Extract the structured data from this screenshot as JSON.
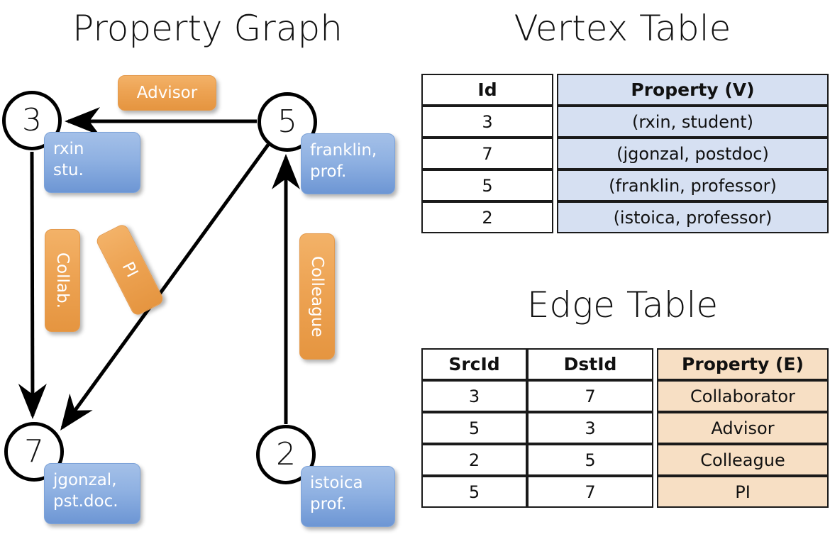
{
  "titles": {
    "property_graph": "Property Graph",
    "vertex_table": "Vertex Table",
    "edge_table": "Edge Table"
  },
  "graph": {
    "nodes": [
      {
        "id": "3",
        "property_lines": [
          "rxin",
          "stu."
        ]
      },
      {
        "id": "5",
        "property_lines": [
          "franklin,",
          "prof."
        ]
      },
      {
        "id": "7",
        "property_lines": [
          "jgonzal,",
          "pst.doc."
        ]
      },
      {
        "id": "2",
        "property_lines": [
          "istoica",
          "prof."
        ]
      }
    ],
    "edge_labels": [
      {
        "name": "advisor",
        "text": "Advisor"
      },
      {
        "name": "collab",
        "text": "Collab."
      },
      {
        "name": "pi",
        "text": "PI"
      },
      {
        "name": "colleague",
        "text": "Colleague"
      }
    ]
  },
  "vertex_table": {
    "columns": [
      "Id",
      "Property (V)"
    ],
    "rows": [
      [
        "3",
        "(rxin, student)"
      ],
      [
        "7",
        "(jgonzal, postdoc)"
      ],
      [
        "5",
        "(franklin, professor)"
      ],
      [
        "2",
        "(istoica, professor)"
      ]
    ]
  },
  "edge_table": {
    "columns": [
      "SrcId",
      "DstId",
      "Property (E)"
    ],
    "rows": [
      [
        "3",
        "7",
        "Collaborator"
      ],
      [
        "5",
        "3",
        "Advisor"
      ],
      [
        "2",
        "5",
        "Colleague"
      ],
      [
        "5",
        "7",
        "PI"
      ]
    ]
  },
  "colors": {
    "vertex_property_fill": "#d6e0f2",
    "edge_property_fill": "#f7dfc4",
    "node_box_blue": "#8fb1e2",
    "edge_label_orange": "#eda353",
    "stroke": "#000000"
  }
}
